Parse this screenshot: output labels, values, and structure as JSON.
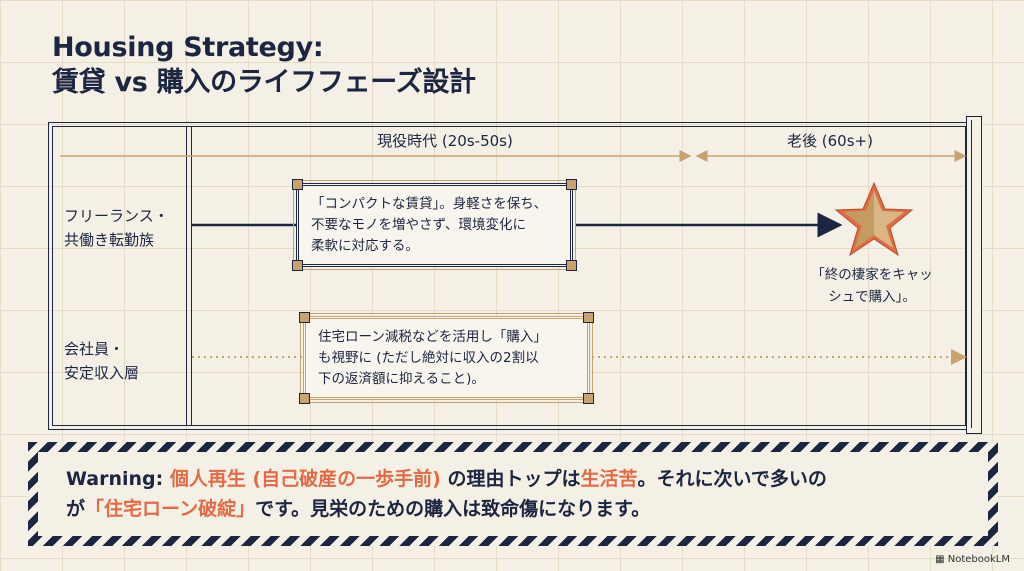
{
  "title": {
    "line1": "Housing Strategy:",
    "line2": "賃貸 vs 購入のライフフェーズ設計"
  },
  "phases": {
    "working": "現役時代 (20s-50s)",
    "retirement": "老後 (60s+)"
  },
  "rows": [
    {
      "label_line1": "フリーランス・",
      "label_line2": "共働き転勤族",
      "callout": [
        "「コンパクトな賃貸」。身軽さを保ち、",
        "不要なモノを増やさず、環境変化に",
        "柔軟に対応する。"
      ]
    },
    {
      "label_line1": "会社員・",
      "label_line2": "安定収入層",
      "callout": [
        "住宅ローン減税などを活用し「購入」",
        "も視野に (ただし絶対に収入の2割以",
        "下の返済額に抑えること)。"
      ]
    }
  ],
  "star_caption": [
    "「終の棲家をキャッ",
    "シュで購入」。"
  ],
  "warning": {
    "p1": "Warning: ",
    "p2": "個人再生 (自己破産の一歩手前)",
    "p3": " の理由トップは",
    "p4": "生活苦",
    "p5": "。それに次いで多いの",
    "p6": "が",
    "p7": "「住宅ローン破綻」",
    "p8": "です。見栄のための購入は致命傷になります。"
  },
  "footer": "NotebookLM",
  "colors": {
    "navy": "#1c2640",
    "gold": "#c8a36e",
    "accent": "#e26b45",
    "background": "#f4f0e6"
  }
}
